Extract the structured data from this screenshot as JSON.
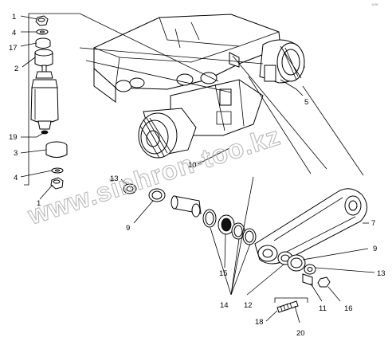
{
  "watermark": "www.sinhron-too.kz",
  "corner_mark": "1990",
  "callouts": {
    "c1_top": "1",
    "c4_top": "4",
    "c17": "17",
    "c2": "2",
    "c19": "19",
    "c3": "3",
    "c4_bottom": "4",
    "c1_bottom": "1",
    "c5": "5",
    "c10": "10",
    "c13_left": "13",
    "c9_left": "9",
    "c7": "7",
    "c9_right": "9",
    "c13_right": "13",
    "c15": "15",
    "c14": "14",
    "c12": "12",
    "c11": "11",
    "c16": "16",
    "c18": "18",
    "c20": "20"
  }
}
